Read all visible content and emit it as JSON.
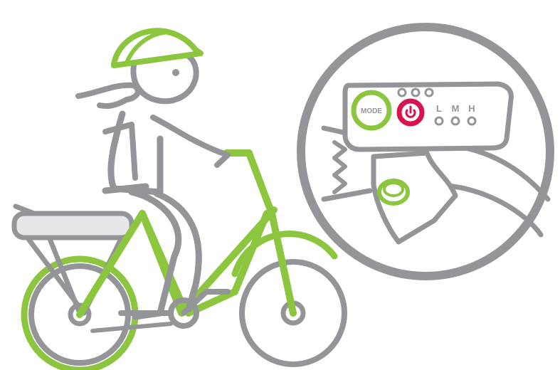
{
  "colors": {
    "accent_green": "#8CC63F",
    "power_red": "#D7124D",
    "line_gray": "#939598",
    "battery_fill": "#E6E7E8",
    "background": "#FFFFFF"
  },
  "illustration": {
    "cyclist": {
      "helmet_icon": "helmet-icon",
      "bike_icon": "electric-bike-icon",
      "battery_icon": "rear-rack-battery-icon"
    },
    "controller_zoom": {
      "mode_button_label": "MODE",
      "power_icon": "power-icon",
      "level_labels": [
        "L",
        "M",
        "H"
      ],
      "battery_indicator_icon": "battery-level-dots-icon",
      "thumb_button_icon": "thumb-assist-button-icon"
    }
  }
}
